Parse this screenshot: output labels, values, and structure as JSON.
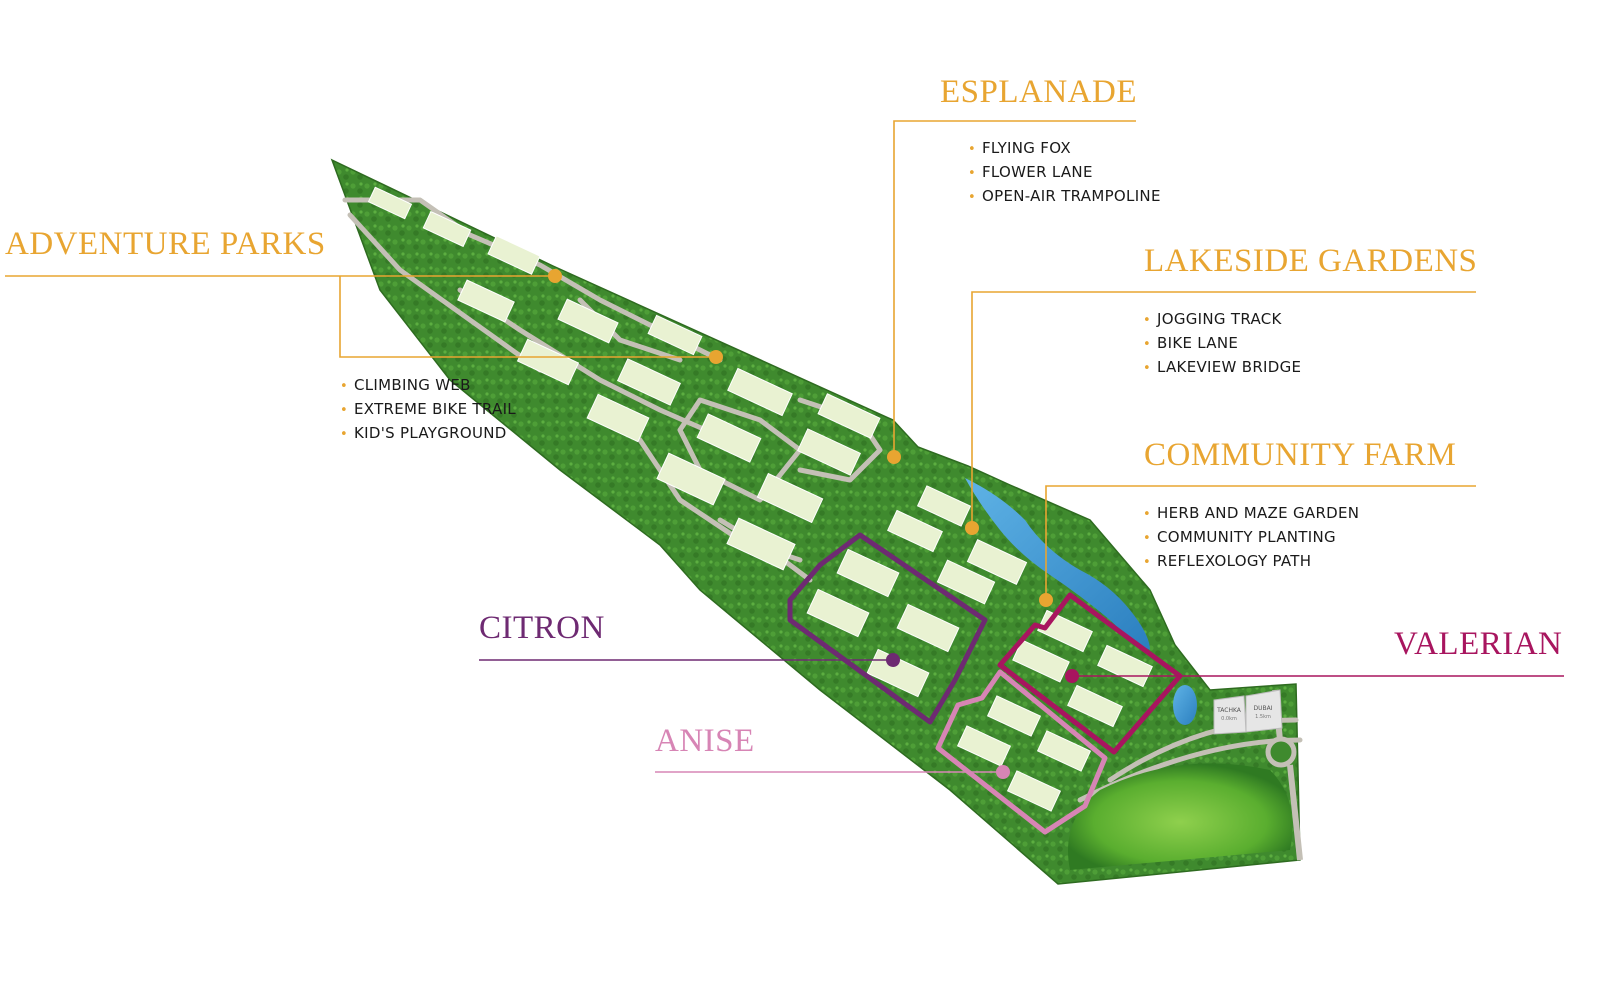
{
  "colors": {
    "amenity_gold": "#e8a531",
    "citron_purple": "#6e2a72",
    "valerian_magenta": "#a8155f",
    "anise_pink": "#d785b5",
    "land_green": "#3f8a2e",
    "park_green": "#6cbd3a",
    "lake_blue": "#3b93cf",
    "house_fill": "#e9f2d2",
    "road_gray": "#b9b6ad"
  },
  "amenity_zones": [
    {
      "id": "adventure-parks",
      "name": "ADVENTURE PARKS",
      "items": [
        "CLIMBING WEB",
        "EXTREME BIKE TRAIL",
        "KID'S PLAYGROUND"
      ]
    },
    {
      "id": "esplanade",
      "name": "ESPLANADE",
      "items": [
        "FLYING FOX",
        "FLOWER LANE",
        "OPEN-AIR TRAMPOLINE"
      ]
    },
    {
      "id": "lakeside-gardens",
      "name": "LAKESIDE GARDENS",
      "items": [
        "JOGGING TRACK",
        "BIKE LANE",
        "LAKEVIEW BRIDGE"
      ]
    },
    {
      "id": "community-farm",
      "name": "COMMUNITY FARM",
      "items": [
        "HERB AND MAZE GARDEN",
        "COMMUNITY PLANTING",
        "REFLEXOLOGY PATH"
      ]
    }
  ],
  "neighbourhoods": [
    {
      "id": "citron",
      "name": "CITRON"
    },
    {
      "id": "valerian",
      "name": "VALERIAN"
    },
    {
      "id": "anise",
      "name": "ANISE"
    }
  ],
  "signs": [
    {
      "line1": "TACHKA",
      "line2": "0.0km"
    },
    {
      "line1": "DUBAI",
      "line2": "1.5km"
    }
  ]
}
